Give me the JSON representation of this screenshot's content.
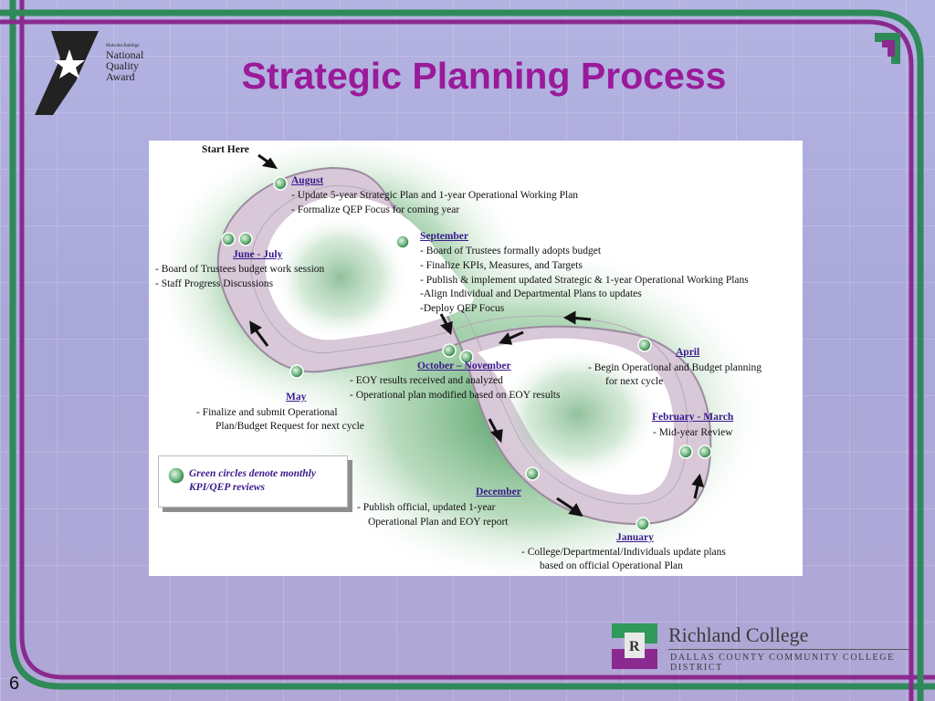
{
  "slide": {
    "title": "Strategic Planning Process",
    "page_number": "6"
  },
  "award": {
    "small_line": "Malcolm Baldrige",
    "line1": "National",
    "line2": "Quality",
    "line3": "Award"
  },
  "diagram": {
    "start_label": "Start Here",
    "stages": {
      "august": {
        "title": "August",
        "items": [
          "- Update 5-year Strategic Plan and 1-year Operational Working Plan",
          "- Formalize QEP Focus for coming year"
        ]
      },
      "september": {
        "title": "September",
        "items": [
          "- Board of Trustees formally adopts budget",
          "- Finalize KPIs, Measures, and Targets",
          "- Publish & implement updated Strategic & 1-year Operational Working Plans",
          "-Align Individual and Departmental Plans to updates",
          "-Deploy QEP Focus"
        ]
      },
      "june_july": {
        "title": "June - July",
        "items": [
          "- Board of Trustees budget work session",
          "- Staff Progress Discussions"
        ]
      },
      "october_november": {
        "title": "October – November",
        "items": [
          "- EOY results received and analyzed",
          "- Operational plan modified based on EOY results"
        ]
      },
      "april": {
        "title": "April",
        "items": [
          "- Begin Operational and Budget planning",
          "for next cycle"
        ]
      },
      "may": {
        "title": "May",
        "items": [
          "- Finalize and submit Operational",
          "Plan/Budget Request for next cycle"
        ]
      },
      "february_march": {
        "title": "February - March",
        "items": [
          "- Mid-year Review"
        ]
      },
      "december": {
        "title": "December",
        "items": [
          "-  Publish official, updated 1-year",
          "Operational Plan and EOY report"
        ]
      },
      "january": {
        "title": "January",
        "items": [
          "- College/Departmental/Individuals update plans",
          "based on official Operational Plan"
        ]
      }
    },
    "legend": {
      "line1": "Green circles denote monthly",
      "line2": "KPI/QEP reviews"
    },
    "colors": {
      "loop_fill": "#d8c8d8",
      "loop_stroke": "#9b8aa0",
      "glow": "#4f9a5e",
      "header_text": "#3a1a8e",
      "title": "#9a1a9a"
    }
  },
  "logo": {
    "name": "Richland College",
    "district": "DALLAS COUNTY COMMUNITY COLLEGE DISTRICT",
    "colors": {
      "green": "#2f9a5a",
      "purple": "#8a2a8f"
    }
  }
}
